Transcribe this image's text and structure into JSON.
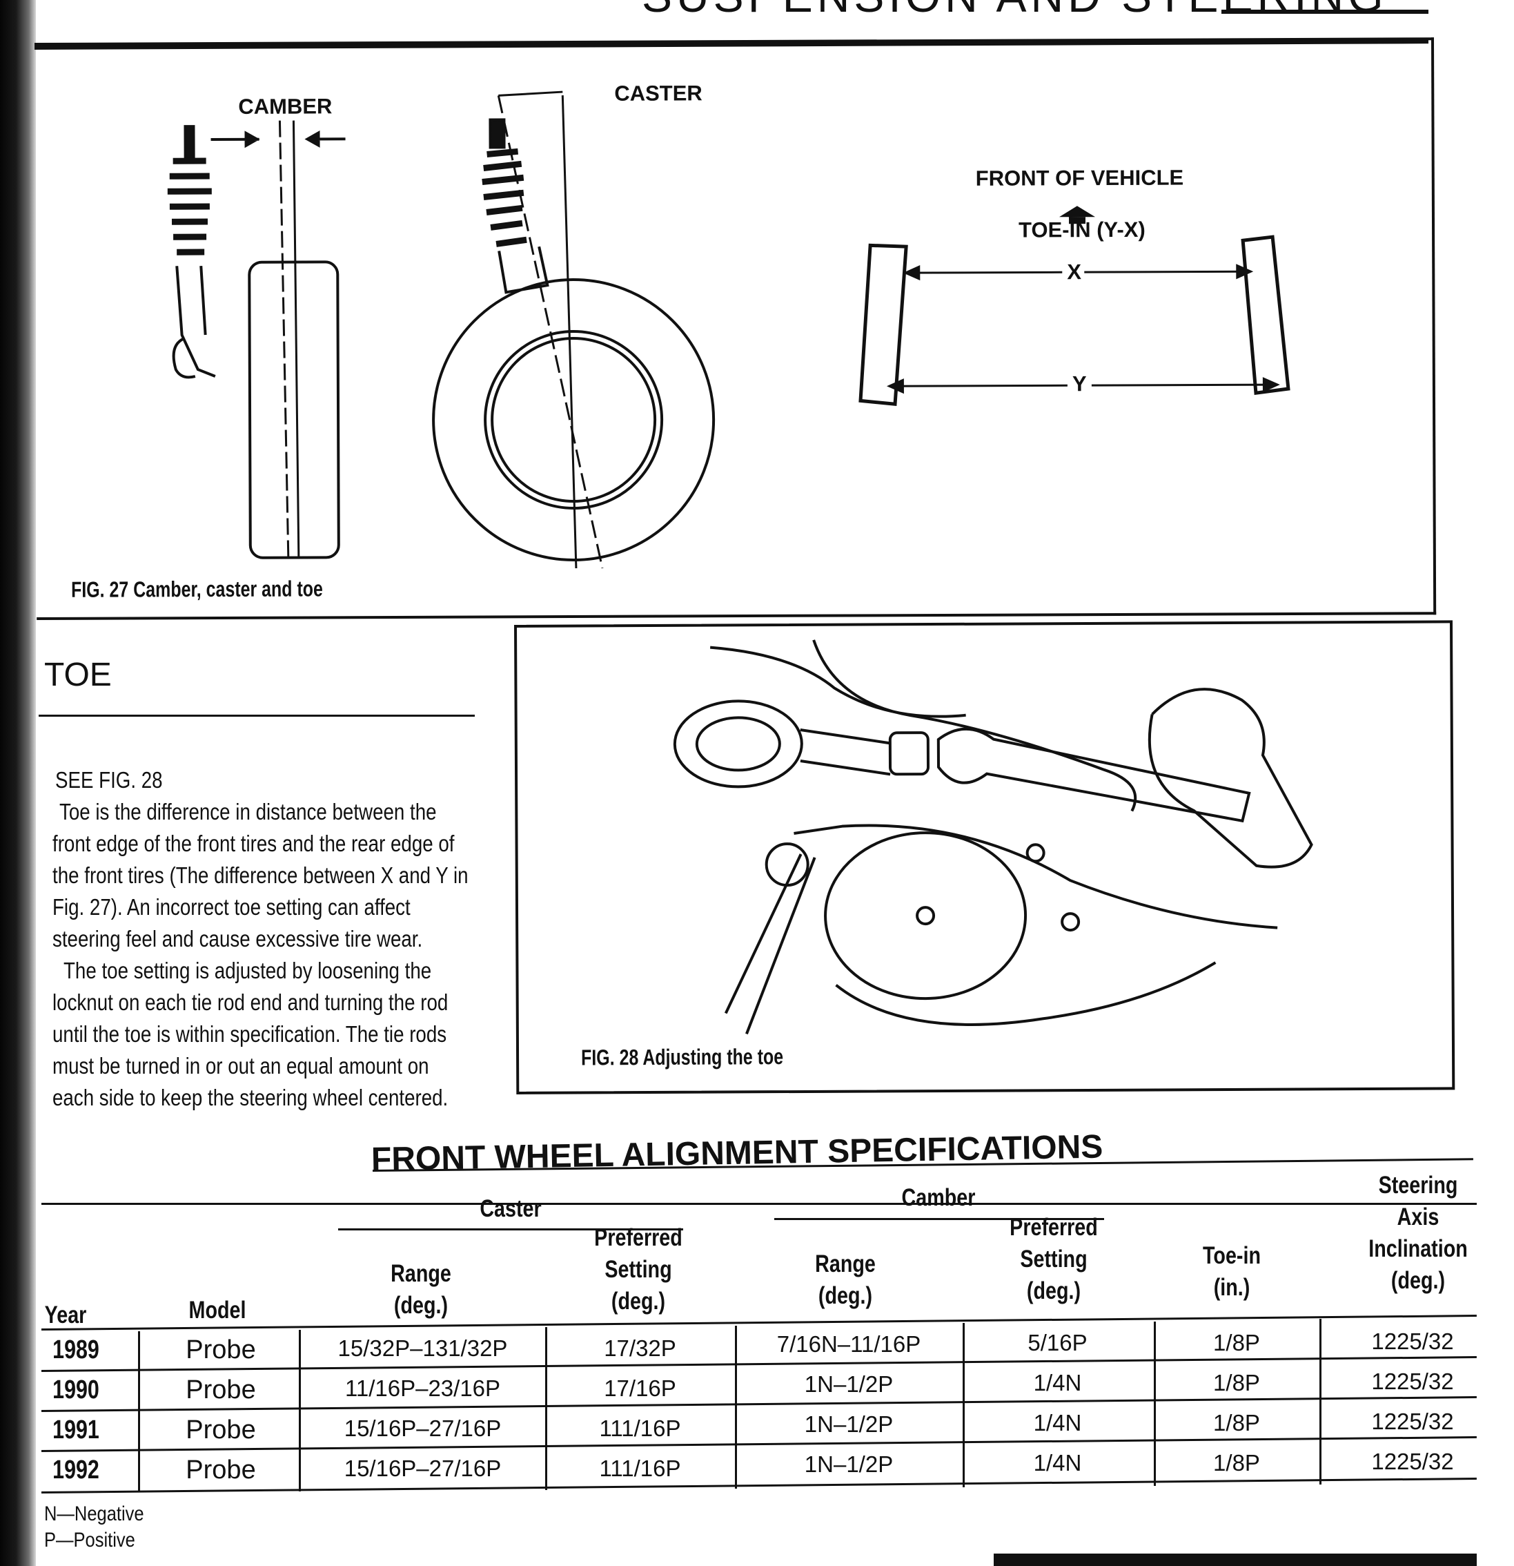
{
  "header": {
    "running_title": "SUSPENSION AND STEERING"
  },
  "fig27": {
    "camber_label": "CAMBER",
    "caster_label": "CASTER",
    "front_label": "FRONT OF VEHICLE",
    "toe_label": "TOE-IN (Y-X)",
    "x_label": "X",
    "y_label": "Y",
    "caption": "FIG. 27 Camber, caster and toe"
  },
  "section": {
    "heading": "TOE",
    "see_fig": "SEE FIG. 28",
    "lines": [
      "Toe is the difference in distance between the",
      "front edge of the front tires and the rear edge of",
      "the front tires (The difference between X and Y in",
      "Fig. 27). An incorrect toe setting can affect",
      "steering feel and cause excessive tire wear.",
      "The toe setting is adjusted by loosening the",
      "locknut on each tie rod end and turning the rod",
      "until the toe is within specification. The tie rods",
      "must be turned in or out an equal amount on",
      "each side to keep the steering wheel centered."
    ]
  },
  "fig28": {
    "caption": "FIG. 28 Adjusting the toe"
  },
  "table": {
    "title": "FRONT WHEEL ALIGNMENT SPECIFICATIONS",
    "group_caster": "Caster",
    "group_camber": "Camber",
    "headers": {
      "year": "Year",
      "model": "Model",
      "caster_range": [
        "Range",
        "(deg.)"
      ],
      "caster_pref": [
        "Preferred",
        "Setting",
        "(deg.)"
      ],
      "camber_range": [
        "Range",
        "(deg.)"
      ],
      "camber_pref": [
        "Preferred",
        "Setting",
        "(deg.)"
      ],
      "toe": [
        "Toe-in",
        "(in.)"
      ],
      "sai": [
        "Steering",
        "Axis",
        "Inclination",
        "(deg.)"
      ]
    },
    "rows": [
      {
        "year": "1989",
        "model": "Probe",
        "caster_range": "15/32P–131/32P",
        "caster_pref": "17/32P",
        "camber_range": "7/16N–11/16P",
        "camber_pref": "5/16P",
        "toe": "1/8P",
        "sai": "1225/32"
      },
      {
        "year": "1990",
        "model": "Probe",
        "caster_range": "11/16P–23/16P",
        "caster_pref": "17/16P",
        "camber_range": "1N–1/2P",
        "camber_pref": "1/4N",
        "toe": "1/8P",
        "sai": "1225/32"
      },
      {
        "year": "1991",
        "model": "Probe",
        "caster_range": "15/16P–27/16P",
        "caster_pref": "111/16P",
        "camber_range": "1N–1/2P",
        "camber_pref": "1/4N",
        "toe": "1/8P",
        "sai": "1225/32"
      },
      {
        "year": "1992",
        "model": "Probe",
        "caster_range": "15/16P–27/16P",
        "caster_pref": "111/16P",
        "camber_range": "1N–1/2P",
        "camber_pref": "1/4N",
        "toe": "1/8P",
        "sai": "1225/32"
      }
    ],
    "notes": [
      "N—Negative",
      "P—Positive"
    ]
  }
}
